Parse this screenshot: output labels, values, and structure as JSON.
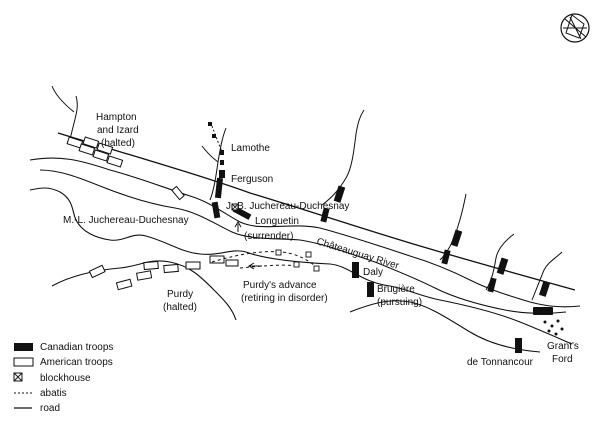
{
  "colors": {
    "ink": "#111111",
    "paper": "#ffffff",
    "canadian_troops": "#111111",
    "american_troops": "#ffffff"
  },
  "compass": {
    "icon": "compass-rose-icon"
  },
  "labels": {
    "hampton_izard": [
      "Hampton",
      "and Izard",
      "(halted)"
    ],
    "lamothe": "Lamothe",
    "ferguson": "Ferguson",
    "jb_juchereau": "J.-B. Juchereau-Duchesnay",
    "ml_juchereau": "M.-L. Juchereau-Duchesnay",
    "longuetin": [
      "Longuetin",
      "(surrender)"
    ],
    "river": "Châteauguay River",
    "daly": "Daly",
    "brugiere": [
      "Brugière",
      "(pursuing)"
    ],
    "purdy": [
      "Purdy",
      "(halted)"
    ],
    "purdy_advance": [
      "Purdy's advance",
      "(retiring in disorder)"
    ],
    "grants_ford": [
      "Grant's",
      "Ford"
    ],
    "de_tonnancour": "de Tonnancour"
  },
  "legend": [
    {
      "label": "Canadian troops",
      "symbol": "canadian-troops-symbol"
    },
    {
      "label": "American troops",
      "symbol": "american-troops-symbol"
    },
    {
      "label": "blockhouse",
      "symbol": "blockhouse-symbol"
    },
    {
      "label": "abatis",
      "symbol": "abatis-symbol"
    },
    {
      "label": "road",
      "symbol": "road-symbol"
    }
  ]
}
